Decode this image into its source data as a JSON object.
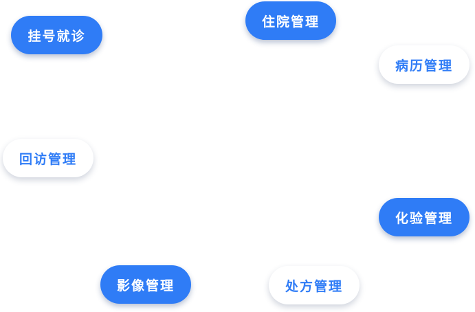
{
  "modules": [
    {
      "label": "挂号就诊",
      "style": "blue"
    },
    {
      "label": "住院管理",
      "style": "blue"
    },
    {
      "label": "病历管理",
      "style": "white"
    },
    {
      "label": "回访管理",
      "style": "white"
    },
    {
      "label": "化验管理",
      "style": "blue"
    },
    {
      "label": "影像管理",
      "style": "blue"
    },
    {
      "label": "处方管理",
      "style": "white"
    }
  ],
  "colors": {
    "accent": "#2f7cf6",
    "background": "#ffffff",
    "pill_white": "#ffffff"
  }
}
